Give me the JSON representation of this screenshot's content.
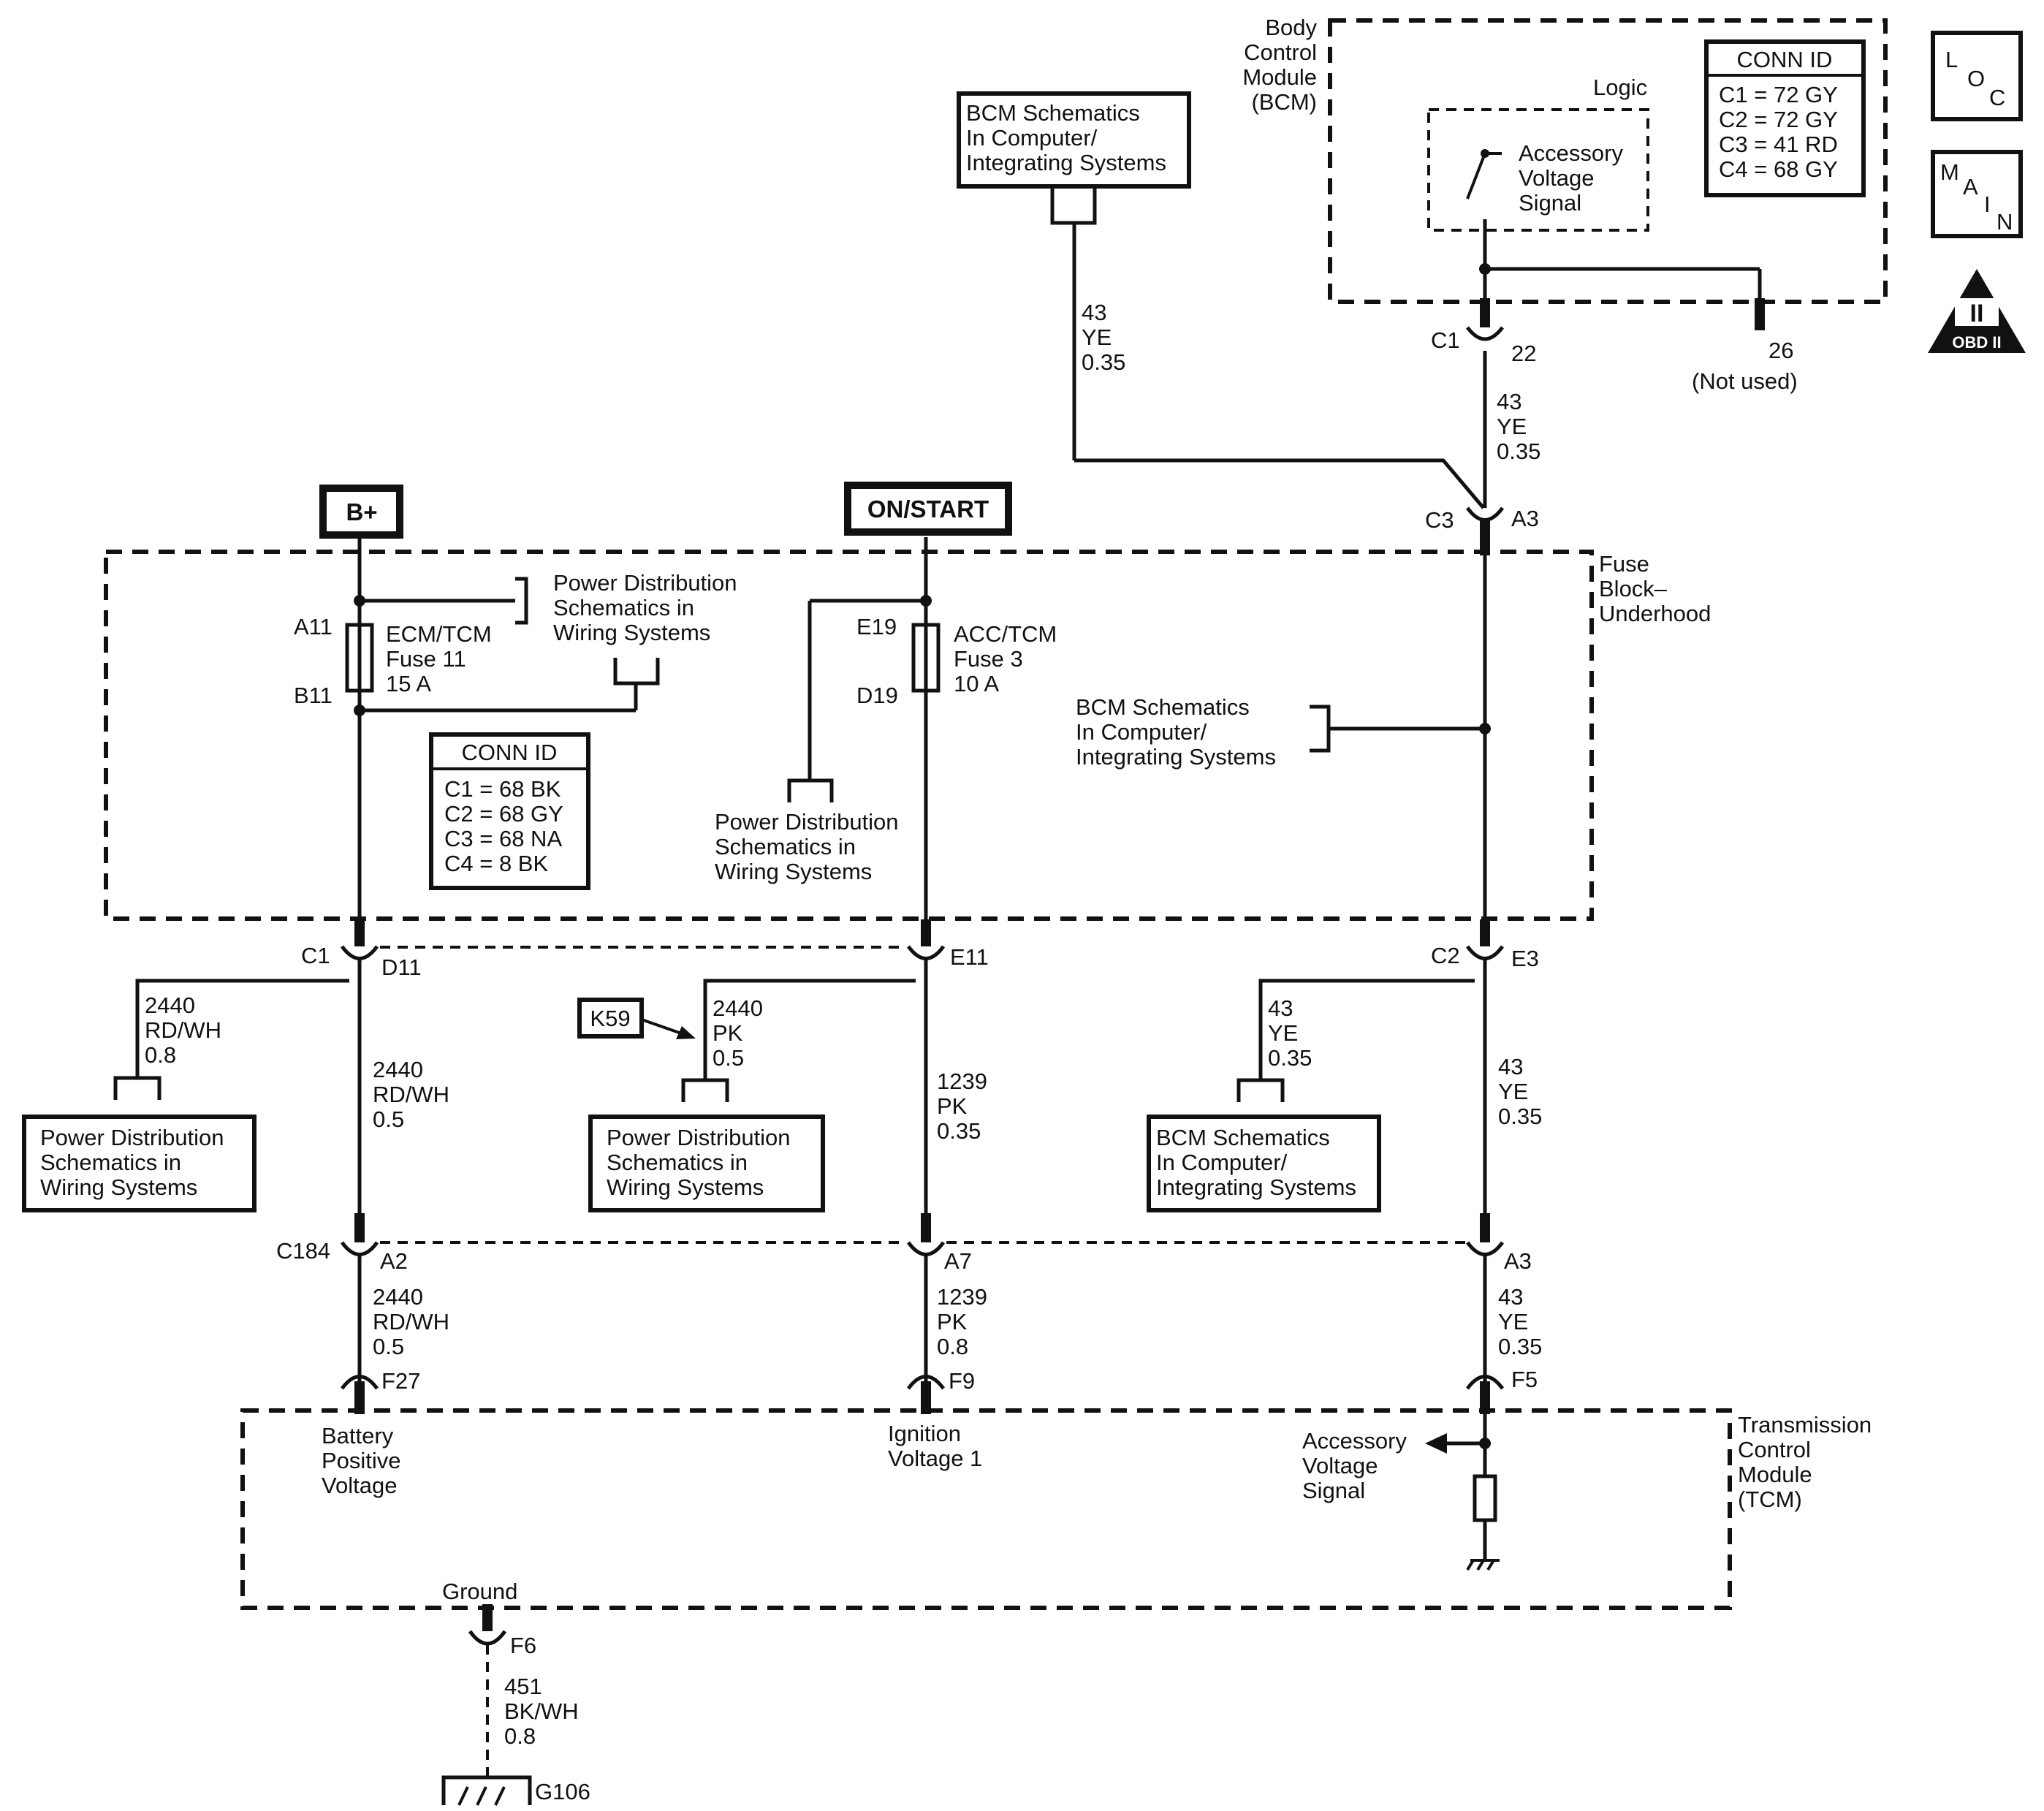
{
  "bcm": {
    "title": [
      "Body",
      "Control",
      "Module",
      "(BCM)"
    ],
    "logic": "Logic",
    "signal": [
      "Accessory",
      "Voltage",
      "Signal"
    ],
    "conn_title": "CONN ID",
    "conn": [
      "C1 = 72 GY",
      "C2 = 72 GY",
      "C3 = 41 RD",
      "C4 = 68 GY"
    ],
    "conn_c1": "C1",
    "pin22": "22",
    "pin26": "26",
    "not_used": "(Not used)"
  },
  "badges": {
    "loc": [
      "L",
      "O",
      "C"
    ],
    "main": [
      "M",
      "A",
      "I",
      "N"
    ],
    "obd": "II",
    "obd_label": "OBD II"
  },
  "refs": {
    "bcm_sch": [
      "BCM Schematics",
      "In Computer/",
      "Integrating Systems"
    ],
    "pwr_sch": [
      "Power Distribution",
      "Schematics in",
      "Wiring Systems"
    ],
    "k59": "K59"
  },
  "sources": {
    "bplus": "B+",
    "onstart": "ON/START"
  },
  "fuse_block": {
    "title": [
      "Fuse",
      "Block–",
      "Underhood"
    ],
    "a11": "A11",
    "b11": "B11",
    "fuse11": [
      "ECM/TCM",
      "Fuse 11",
      "15 A"
    ],
    "e19": "E19",
    "d19": "D19",
    "fuse3": [
      "ACC/TCM",
      "Fuse 3",
      "10 A"
    ],
    "conn_title": "CONN ID",
    "conn": [
      "C1 = 68 BK",
      "C2 = 68 GY",
      "C3 = 68 NA",
      "C4 = 8 BK"
    ],
    "c3": "C3",
    "a3": "A3",
    "c1": "C1",
    "d11": "D11",
    "e11": "E11",
    "c2": "C2",
    "e3": "E3"
  },
  "wires": {
    "w43_top": [
      "43",
      "YE",
      "0.35"
    ],
    "w43_mid": [
      "43",
      "YE",
      "0.35"
    ],
    "w2440_rdwh_08": [
      "2440",
      "RD/WH",
      "0.8"
    ],
    "w2440_rdwh_05": [
      "2440",
      "RD/WH",
      "0.5"
    ],
    "w2440_pk": [
      "2440",
      "PK",
      "0.5"
    ],
    "w1239_035": [
      "1239",
      "PK",
      "0.35"
    ],
    "w43_branch": [
      "43",
      "YE",
      "0.35"
    ],
    "w43_low": [
      "43",
      "YE",
      "0.35"
    ],
    "w2440_bot": [
      "2440",
      "RD/WH",
      "0.5"
    ],
    "w1239_08": [
      "1239",
      "PK",
      "0.8"
    ],
    "w43_bot": [
      "43",
      "YE",
      "0.35"
    ],
    "w451": [
      "451",
      "BK/WH",
      "0.8"
    ]
  },
  "c184": {
    "name": "C184",
    "a2": "A2",
    "a7": "A7",
    "a3": "A3"
  },
  "tcm": {
    "title": [
      "Transmission",
      "Control",
      "Module",
      "(TCM)"
    ],
    "f27": "F27",
    "f9": "F9",
    "f5": "F5",
    "f6": "F6",
    "batt": [
      "Battery",
      "Positive",
      "Voltage"
    ],
    "ign": [
      "Ignition",
      "Voltage 1"
    ],
    "acc": [
      "Accessory",
      "Voltage",
      "Signal"
    ],
    "ground": "Ground"
  },
  "ground": {
    "g106": "G106"
  }
}
